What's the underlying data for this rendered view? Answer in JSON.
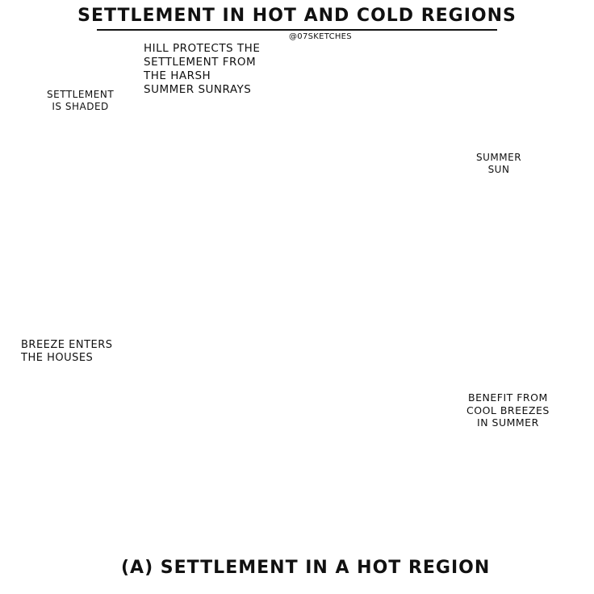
{
  "title": "SETTLEMENT IN HOT AND COLD REGIONS",
  "credit": "@07SKETCHES",
  "labels": {
    "hill_protects": [
      "HILL PROTECTS THE",
      "SETTLEMENT FROM",
      "THE HARSH",
      "SUMMER SUNRAYS"
    ],
    "settlement_shaded": [
      "SETTLEMENT",
      "IS SHADED"
    ],
    "summer_sun": [
      "SUMMER",
      "SUN"
    ],
    "breeze_enters": [
      "BREEZE ENTERS",
      "THE HOUSES"
    ],
    "benefit": [
      "BENEFIT FROM",
      "COOL BREEZES",
      "IN SUMMER"
    ]
  },
  "caption": "(A) SETTLEMENT IN A HOT REGION",
  "colors": {
    "sun": "#f5b400",
    "hill_dark": "#c9b48c",
    "hill_green": "#cfdcaa",
    "ground": "#cbb898",
    "house": "#b8735a",
    "roof": "#9a5a48",
    "shade": "#d8d8d8",
    "breeze": "#46c0e0",
    "check": "#5cbf3a",
    "bush": "#6cbf3a"
  },
  "icons": [
    "sun-icon",
    "check-icon",
    "breeze-arrow-icon",
    "palm-tree-icon",
    "house-icon",
    "person-icon"
  ]
}
